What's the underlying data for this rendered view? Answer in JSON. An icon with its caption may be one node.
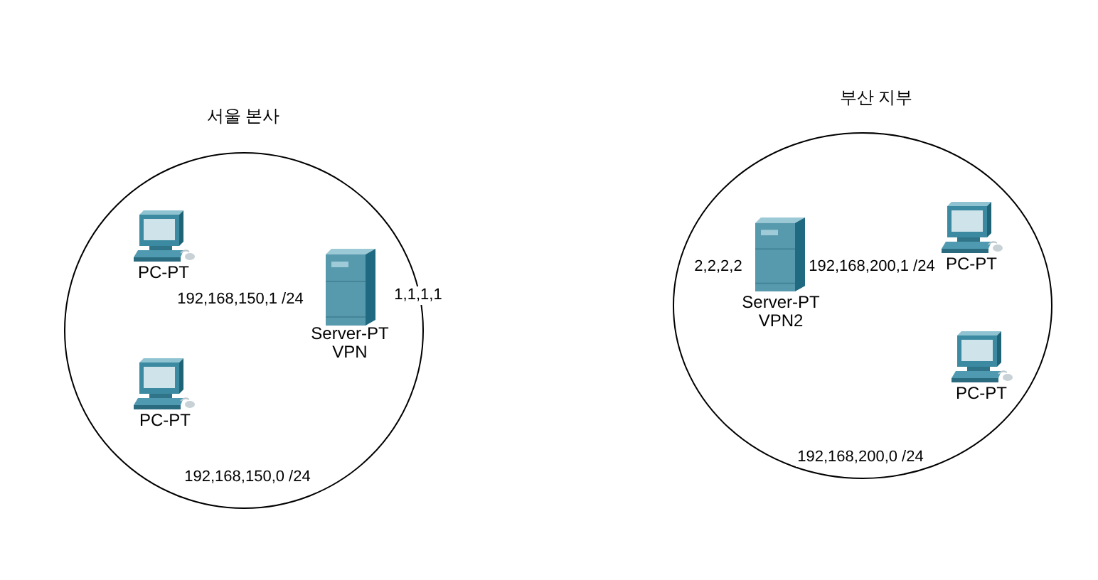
{
  "diagram": {
    "nodes": [
      {
        "text": [
          "서울 본사",
          "192,168,150,0 /24"
        ]
      },
      {
        "text": [
          "PC-PT"
        ],
        "in": 0
      },
      {
        "text": [
          "Server-PT",
          "VPN"
        ],
        "in": 0,
        "beside": [
          "192,168,150,1 /24",
          "1,1,1,1"
        ]
      },
      {
        "text": [
          "PC-PT"
        ],
        "in": 0
      },
      {
        "text": [
          "부산 지부",
          "192,168,200,0 /24"
        ]
      },
      {
        "text": [
          "Server-PT",
          "VPN2"
        ],
        "in": 4,
        "beside": [
          "2,2,2,2",
          "192,168,200,1 /24"
        ]
      },
      {
        "text": [
          "PC-PT"
        ],
        "in": 4
      },
      {
        "text": [
          "PC-PT"
        ],
        "in": 4
      }
    ]
  }
}
